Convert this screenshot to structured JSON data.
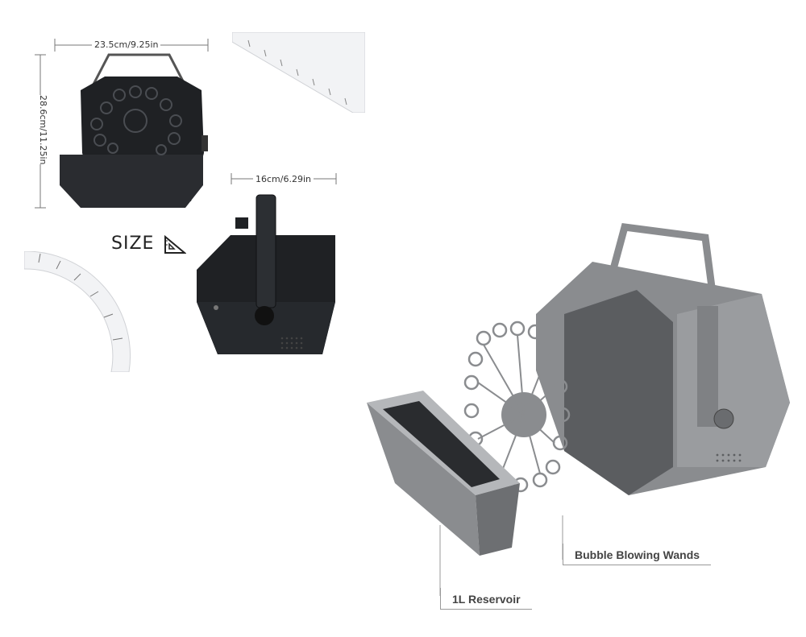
{
  "dimensions": {
    "width_label": "23.5cm/9.25in",
    "height_label": "28.6cm/11.25in",
    "depth_label": "16cm/6.29in"
  },
  "size_heading": "SIZE",
  "callouts": {
    "reservoir": "1L Reservoir",
    "wands": "Bubble Blowing Wands"
  },
  "colors": {
    "machine_black": "#1f2124",
    "machine_gray": "#8a8c8f",
    "ruler": "#f2f3f5"
  },
  "icons": [
    "ruler-triangle-icon"
  ]
}
